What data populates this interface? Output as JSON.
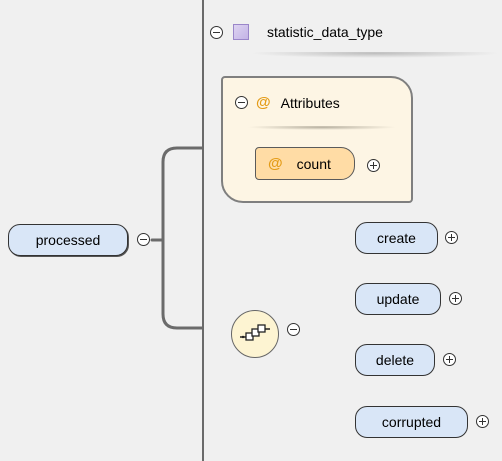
{
  "root_element": {
    "label": "processed"
  },
  "type_panel": {
    "name": "statistic_data_type"
  },
  "attributes": {
    "title": "Attributes",
    "items": [
      {
        "prefix": "@",
        "name": "count"
      }
    ],
    "prefix": "@"
  },
  "sequence": {
    "icon": "sequence-compositor-icon",
    "children": [
      {
        "label": "create"
      },
      {
        "label": "update"
      },
      {
        "label": "delete"
      },
      {
        "label": "corrupted"
      }
    ]
  },
  "colors": {
    "element_fill": "#d9e6f7",
    "attribute_fill": "#ffdca5",
    "attributes_panel_fill": "#fdf5e4",
    "attribute_prefix": "#e49c18",
    "type_icon": "#c3b3e6",
    "sequence_fill": "#fdf4d2"
  }
}
